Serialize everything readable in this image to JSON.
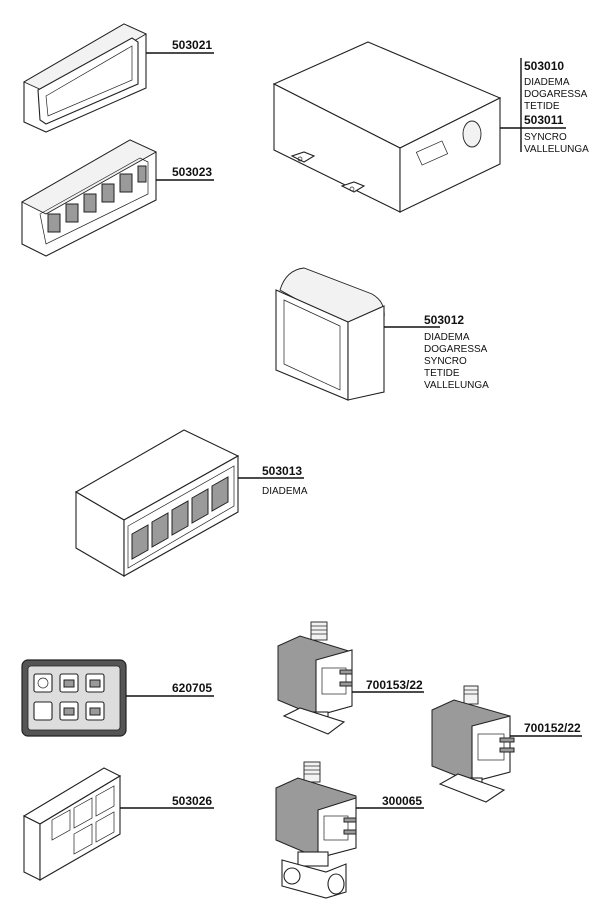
{
  "parts": [
    {
      "code": "503021",
      "models": []
    },
    {
      "code": "503023",
      "models": []
    },
    {
      "code": "503010",
      "models": [
        "DIADEMA",
        "DOGARESSA",
        "TETIDE"
      ]
    },
    {
      "code": "503011",
      "models": [
        "SYNCRO",
        "VALLELUNGA"
      ]
    },
    {
      "code": "503012",
      "models": [
        "DIADEMA",
        "DOGARESSA",
        "SYNCRO",
        "TETIDE",
        "VALLELUNGA"
      ]
    },
    {
      "code": "503013",
      "models": [
        "DIADEMA"
      ]
    },
    {
      "code": "620705",
      "models": []
    },
    {
      "code": "503026",
      "models": []
    },
    {
      "code": "700153/22",
      "models": []
    },
    {
      "code": "700152/22",
      "models": []
    },
    {
      "code": "300065",
      "models": []
    }
  ]
}
